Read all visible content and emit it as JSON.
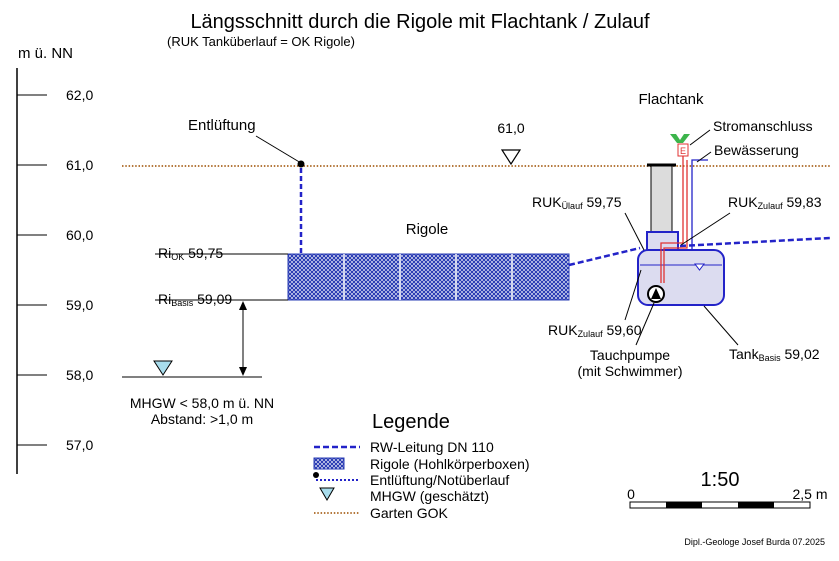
{
  "title": "Längsschnitt durch die Rigole mit Flachtank / Zulauf",
  "subtitle": "(RUK Tanküberlauf = OK Rigole)",
  "axis": {
    "unit": "m ü. NN",
    "ticks": [
      {
        "label": "62,0",
        "value": 62.0
      },
      {
        "label": "61,0",
        "value": 61.0
      },
      {
        "label": "60,0",
        "value": 60.0
      },
      {
        "label": "59,0",
        "value": 59.0
      },
      {
        "label": "58,0",
        "value": 58.0
      },
      {
        "label": "57,0",
        "value": 57.0
      }
    ]
  },
  "labels": {
    "entlueftung": "Entlüftung",
    "gok_level": "61,0",
    "flachtank": "Flachtank",
    "rigole": "Rigole",
    "ri_ok_main": "Ri",
    "ri_ok_sub": "OK",
    "ri_ok_value": " 59,75",
    "ri_basis_main": "Ri",
    "ri_basis_sub": "Basis",
    "ri_basis_value": " 59,09",
    "stromanschluss": "Stromanschluss",
    "bewaesserung": "Bewässerung",
    "ruk_ulauf_main": "RUK",
    "ruk_ulauf_sub": "Ülauf",
    "ruk_ulauf_value": " 59,75",
    "ruk_zulauf_top_main": "RUK",
    "ruk_zulauf_top_sub": "Zulauf",
    "ruk_zulauf_top_value": " 59,83",
    "ruk_zulauf_bottom_main": "RUK",
    "ruk_zulauf_bottom_sub": "Zulauf",
    "ruk_zulauf_bottom_value": " 59,60",
    "tauchpumpe_1": "Tauchpumpe",
    "tauchpumpe_2": "(mit Schwimmer)",
    "tank_basis_main": "Tank",
    "tank_basis_sub": "Basis",
    "tank_basis_value": " 59,02",
    "mhgw_1": "MHGW < 58,0 m ü. NN",
    "mhgw_2": "Abstand: >1,0 m",
    "power_symbol": "E"
  },
  "legend": {
    "title": "Legende",
    "items": [
      {
        "label": "RW-Leitung DN 110"
      },
      {
        "label": "Rigole (Hohlkörperboxen)"
      },
      {
        "label": "Entlüftung/Notüberlauf"
      },
      {
        "label": "MHGW (geschätzt)"
      },
      {
        "label": "Garten GOK"
      }
    ]
  },
  "scale": {
    "ratio": "1:50",
    "start": "0",
    "end": "2,5 m"
  },
  "credit": "Dipl.-Geologe Josef Burda 07.2025",
  "colors": {
    "pipe": "#2323c8",
    "gok": "#b4783c",
    "rigole_fill": "#2a3cb4",
    "mhgw_fill": "#a8dcec",
    "tank_fill": "#dcdcf0",
    "tank_stroke": "#2323c8",
    "column_fill": "#dcdcdc",
    "power_green": "#3cb44b",
    "power_red": "#e03232"
  }
}
